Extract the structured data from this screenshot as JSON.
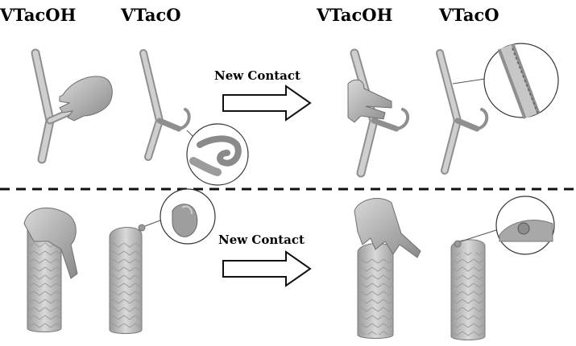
{
  "figure": {
    "column_labels": [
      "VTacOH",
      "VTacO",
      "VTacOH",
      "VTacO"
    ],
    "arrow_labels": [
      "New Contact",
      "New Contact"
    ],
    "colors": {
      "object": "#c9c9c9",
      "object_dark": "#8f8f8f",
      "hand": "#b9b9b9",
      "hand_dark": "#7e7e7e",
      "divider": "#111111",
      "arrow_stroke": "#111111",
      "arrow_fill": "#ffffff"
    },
    "rows": [
      {
        "object": "hanger",
        "panels": [
          {
            "role": "before-hand-object"
          },
          {
            "role": "before-object",
            "zoom_inset": true
          },
          {
            "role": "after-hand-object"
          },
          {
            "role": "after-object",
            "zoom_inset": true
          }
        ]
      },
      {
        "object": "bottle",
        "panels": [
          {
            "role": "before-hand-object"
          },
          {
            "role": "before-object",
            "zoom_inset": true
          },
          {
            "role": "after-hand-object"
          },
          {
            "role": "after-object",
            "zoom_inset": true
          }
        ]
      }
    ]
  }
}
